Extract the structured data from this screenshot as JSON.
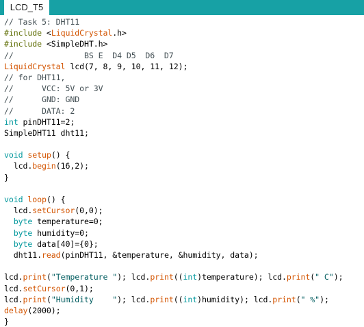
{
  "tab": {
    "title": "LCD_T5"
  },
  "colors": {
    "tabbar": "#17a1a5",
    "comment": "#434f54",
    "keyword": "#00979c",
    "function": "#d35400",
    "string": "#005c5f"
  },
  "code_lines": [
    [
      [
        "c",
        "// Task 5: DHT11"
      ]
    ],
    [
      [
        "p",
        "#include "
      ],
      [
        "n",
        "<"
      ],
      [
        "f",
        "LiquidCrystal"
      ],
      [
        "n",
        ".h>"
      ]
    ],
    [
      [
        "p",
        "#include "
      ],
      [
        "n",
        "<SimpleDHT.h>"
      ]
    ],
    [
      [
        "c",
        "//               BS E  D4 D5  D6  D7"
      ]
    ],
    [
      [
        "f",
        "LiquidCrystal"
      ],
      [
        "n",
        " lcd(7, 8, 9, 10, 11, 12);"
      ]
    ],
    [
      [
        "c",
        "// for DHT11,"
      ]
    ],
    [
      [
        "c",
        "//      VCC: 5V or 3V"
      ]
    ],
    [
      [
        "c",
        "//      GND: GND"
      ]
    ],
    [
      [
        "c",
        "//      DATA: 2"
      ]
    ],
    [
      [
        "k",
        "int"
      ],
      [
        "n",
        " pinDHT11=2;"
      ]
    ],
    [
      [
        "n",
        "SimpleDHT11 dht11;"
      ]
    ],
    [
      [
        "n",
        ""
      ]
    ],
    [
      [
        "k",
        "void"
      ],
      [
        "n",
        " "
      ],
      [
        "f",
        "setup"
      ],
      [
        "n",
        "() {"
      ]
    ],
    [
      [
        "n",
        "  lcd."
      ],
      [
        "f",
        "begin"
      ],
      [
        "n",
        "(16,2);"
      ]
    ],
    [
      [
        "n",
        "}"
      ]
    ],
    [
      [
        "n",
        ""
      ]
    ],
    [
      [
        "k",
        "void"
      ],
      [
        "n",
        " "
      ],
      [
        "f",
        "loop"
      ],
      [
        "n",
        "() {"
      ]
    ],
    [
      [
        "n",
        "  lcd."
      ],
      [
        "f",
        "setCursor"
      ],
      [
        "n",
        "(0,0);"
      ]
    ],
    [
      [
        "n",
        "  "
      ],
      [
        "k",
        "byte"
      ],
      [
        "n",
        " temperature=0;"
      ]
    ],
    [
      [
        "n",
        "  "
      ],
      [
        "k",
        "byte"
      ],
      [
        "n",
        " humidity=0;"
      ]
    ],
    [
      [
        "n",
        "  "
      ],
      [
        "k",
        "byte"
      ],
      [
        "n",
        " data[40]={0};"
      ]
    ],
    [
      [
        "n",
        "  dht11."
      ],
      [
        "f",
        "read"
      ],
      [
        "n",
        "(pinDHT11, &temperature, &humidity, data);"
      ]
    ],
    [
      [
        "n",
        ""
      ]
    ],
    [
      [
        "n",
        "lcd."
      ],
      [
        "f",
        "print"
      ],
      [
        "n",
        "("
      ],
      [
        "s",
        "\"Temperature \""
      ],
      [
        "n",
        "); lcd."
      ],
      [
        "f",
        "print"
      ],
      [
        "n",
        "(("
      ],
      [
        "k",
        "int"
      ],
      [
        "n",
        ")temperature); lcd."
      ],
      [
        "f",
        "print"
      ],
      [
        "n",
        "("
      ],
      [
        "s",
        "\" C\""
      ],
      [
        "n",
        ");"
      ]
    ],
    [
      [
        "n",
        "lcd."
      ],
      [
        "f",
        "setCursor"
      ],
      [
        "n",
        "(0,1);"
      ]
    ],
    [
      [
        "n",
        "lcd."
      ],
      [
        "f",
        "print"
      ],
      [
        "n",
        "("
      ],
      [
        "s",
        "\"Humidity    \""
      ],
      [
        "n",
        "); lcd."
      ],
      [
        "f",
        "print"
      ],
      [
        "n",
        "(("
      ],
      [
        "k",
        "int"
      ],
      [
        "n",
        ")humidity); lcd."
      ],
      [
        "f",
        "print"
      ],
      [
        "n",
        "("
      ],
      [
        "s",
        "\" %\""
      ],
      [
        "n",
        ");"
      ]
    ],
    [
      [
        "f",
        "delay"
      ],
      [
        "n",
        "(2000);"
      ]
    ],
    [
      [
        "n",
        "}"
      ]
    ]
  ]
}
